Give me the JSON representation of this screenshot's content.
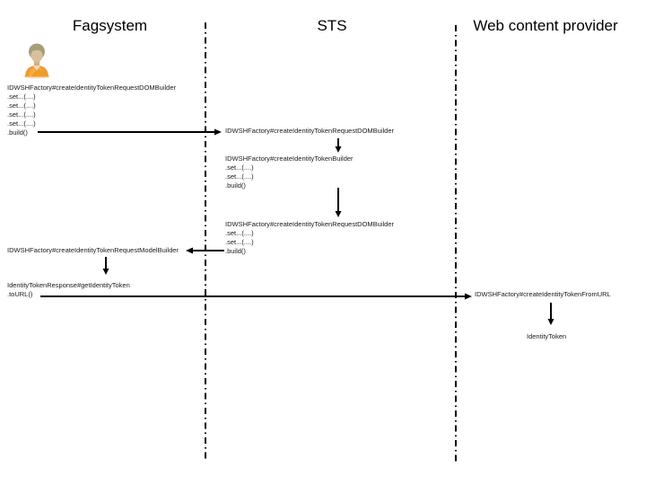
{
  "headers": {
    "fagsystem": "Fagsystem",
    "sts": "STS",
    "web": "Web content provider"
  },
  "icons": {
    "actor": "person-icon"
  },
  "blocks": {
    "fagsystem_request": [
      "IDWSHFactory#createIdentityTokenRequestDOMBuilder",
      ".set...(....)",
      ".set...(....)",
      ".set...(....)",
      ".set...(....)",
      ".build()"
    ],
    "sts_request_received": [
      "IDWSHFactory#createIdentityTokenRequestDOMBuilder"
    ],
    "sts_token_builder": [
      "IDWSHFactory#createIdentityTokenBuilder",
      ".set...(....)",
      ".set...(....)",
      ".build()"
    ],
    "sts_request_dom_builder": [
      "IDWSHFactory#createIdentityTokenRequestDOMBuilder",
      ".set...(....)",
      ".set...(....)",
      ".build()"
    ],
    "fagsystem_model_builder": [
      "IDWSHFactory#createIdentityTokenRequestModelBuilder"
    ],
    "fagsystem_identity_token": [
      "IdentityTokenResponse#getIdentityToken",
      ".toURL()"
    ],
    "web_create_from_url": [
      "IDWSHFactory#createIdentityTokenFromURL"
    ],
    "web_identity_token": [
      "IdentityToken"
    ]
  },
  "colors": {
    "background": "#ffffff",
    "text": "#1a1a1a",
    "line": "#000000",
    "actor_shirt": "#ef9b2d",
    "actor_collar": "#f8d9a0",
    "actor_skin": "#d9bf9b",
    "actor_hair": "#a79d77"
  }
}
